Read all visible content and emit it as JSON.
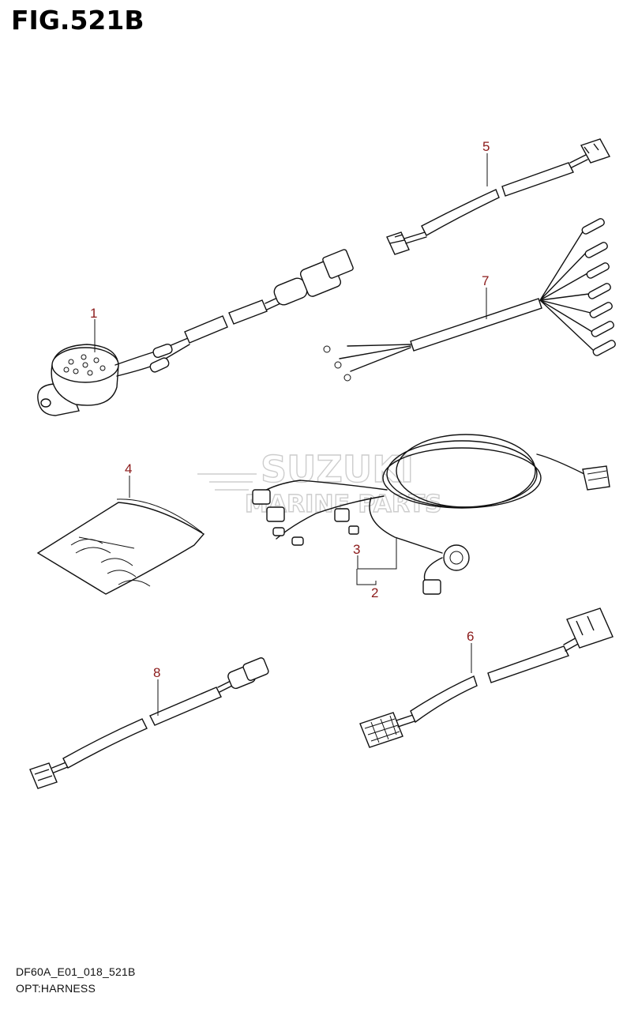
{
  "figure": {
    "title": "FIG.521B"
  },
  "footer": {
    "code": "DF60A_E01_018_521B",
    "name": "OPT:HARNESS"
  },
  "watermark": {
    "line1": "SUZUKI",
    "line2": "MARINE PARTS"
  },
  "callouts": [
    "1",
    "2",
    "3",
    "4",
    "5",
    "6",
    "7",
    "8"
  ],
  "colors": {
    "callout": "#8b1a1a",
    "line": "#111111",
    "watermark": "#c8c8c8"
  }
}
